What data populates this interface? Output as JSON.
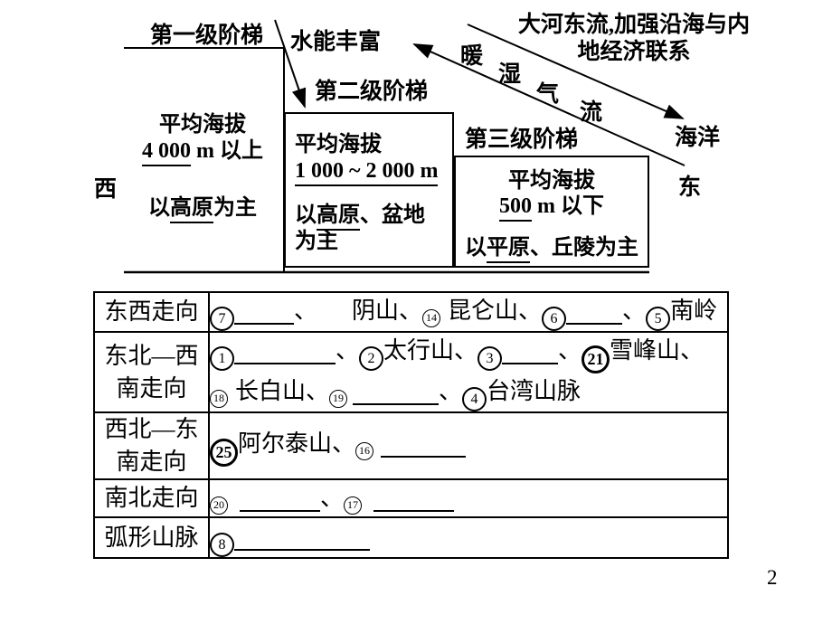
{
  "colors": {
    "ink": "#000000",
    "background": "#ffffff"
  },
  "page_number": "2",
  "diagram": {
    "tier1_label": "第一级阶梯",
    "tier2_label": "第二级阶梯",
    "tier3_label": "第三级阶梯",
    "hydro_label": "水能丰富",
    "river_note": "大河东流,加强沿海与内\n地经济联系",
    "airflow_chars": [
      "暖",
      "湿",
      "气",
      "流"
    ],
    "ocean_label": "海洋",
    "east_label": "东",
    "west_label": "西",
    "tier1_box": {
      "line1": "平均海拔",
      "line2_u": "4 000",
      "line2_rest": " m 以上",
      "line3_pre": "以",
      "line3_u": "高原",
      "line3_rest": "为主"
    },
    "tier2_box": {
      "line1": "平均海拔",
      "line2_u": "1 000 ~ 2 000 m",
      "line3_pre": "以",
      "line3_u": "高原",
      "line3_rest": "、盆地",
      "line4": "为主"
    },
    "tier3_box": {
      "line1": "平均海拔",
      "line2_u": "500",
      "line2_rest": " m 以下",
      "line3_pre": "以",
      "line3_u": "平原",
      "line3_rest": "、丘陵为主"
    }
  },
  "table": {
    "rows": [
      {
        "label": "东西走向",
        "lines": [
          [
            {
              "t": "c",
              "v": "7"
            },
            {
              "t": "b",
              "w": 66
            },
            {
              "t": "x",
              "v": "、"
            },
            {
              "t": "g",
              "w": 38
            },
            {
              "t": "x",
              "v": "阴山、"
            },
            {
              "t": "cs",
              "v": "14"
            },
            {
              "t": "g",
              "w": 8
            },
            {
              "t": "x",
              "v": "昆仑山、"
            },
            {
              "t": "c",
              "v": "6"
            },
            {
              "t": "b",
              "w": 62
            },
            {
              "t": "x",
              "v": "、"
            },
            {
              "t": "c",
              "v": "5"
            },
            {
              "t": "x",
              "v": "南岭"
            }
          ]
        ]
      },
      {
        "label": "东北—西\n南走向",
        "lines": [
          [
            {
              "t": "c",
              "v": "1"
            },
            {
              "t": "b",
              "w": 112
            },
            {
              "t": "x",
              "v": "、"
            },
            {
              "t": "c",
              "v": "2"
            },
            {
              "t": "x",
              "v": "太行山、"
            },
            {
              "t": "c",
              "v": "3"
            },
            {
              "t": "b",
              "w": 62
            },
            {
              "t": "x",
              "v": "、"
            },
            {
              "t": "cb",
              "v": "21"
            },
            {
              "t": "x",
              "v": "雪峰山、"
            }
          ],
          [
            {
              "t": "cs",
              "v": "18"
            },
            {
              "t": "g",
              "w": 8
            },
            {
              "t": "x",
              "v": "长白山、"
            },
            {
              "t": "cs",
              "v": "19"
            },
            {
              "t": "g",
              "w": 6
            },
            {
              "t": "b",
              "w": 95
            },
            {
              "t": "x",
              "v": "、"
            },
            {
              "t": "c",
              "v": "4"
            },
            {
              "t": "x",
              "v": "台湾山脉"
            }
          ]
        ]
      },
      {
        "label": "西北—东\n南走向",
        "lines": [
          [
            {
              "t": "cb",
              "v": "25"
            },
            {
              "t": "x",
              "v": "阿尔泰山、"
            },
            {
              "t": "cs",
              "v": "16"
            },
            {
              "t": "g",
              "w": 8
            },
            {
              "t": "b",
              "w": 94
            }
          ]
        ]
      },
      {
        "label": "南北走向",
        "lines": [
          [
            {
              "t": "cs",
              "v": "20"
            },
            {
              "t": "g",
              "w": 13
            },
            {
              "t": "b",
              "w": 89
            },
            {
              "t": "x",
              "v": "、"
            },
            {
              "t": "cs",
              "v": "17"
            },
            {
              "t": "g",
              "w": 13
            },
            {
              "t": "b",
              "w": 89
            }
          ]
        ]
      },
      {
        "label": "弧形山脉",
        "lines": [
          [
            {
              "t": "c",
              "v": "8"
            },
            {
              "t": "b",
              "w": 150
            }
          ]
        ]
      }
    ]
  }
}
